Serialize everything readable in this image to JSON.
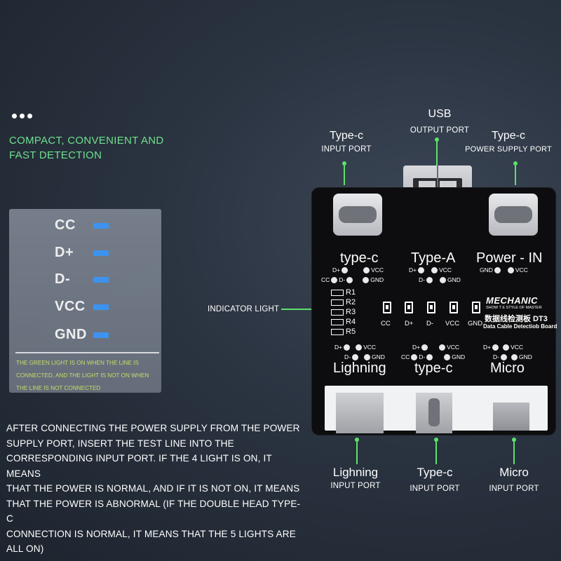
{
  "intro": {
    "headline_line1": "COMPACT, CONVENIENT AND",
    "headline_line2": "FAST DETECTION"
  },
  "legend": {
    "items": [
      "CC",
      "D+",
      "D-",
      "VCC",
      "GND"
    ],
    "indicator_color": "#3e9cff",
    "note_line1": "THE GREEN LIGHT IS ON WHEN THE LINE IS",
    "note_line2": "CONNECTED, AND THE LIGHT IS NOT ON WHEN",
    "note_line3": "THE LINE IS NOT CONNECTED"
  },
  "instructions": {
    "line1": "AFTER CONNECTING THE POWER SUPPLY FROM THE POWER",
    "line2": "SUPPLY PORT, INSERT THE TEST LINE INTO THE",
    "line3": "CORRESPONDING INPUT PORT. IF THE 4 LIGHT IS ON, IT MEANS",
    "line4": "THAT THE POWER IS NORMAL, AND IF IT IS NOT ON, IT MEANS",
    "line5": "THAT THE POWER IS ABNORMAL (IF THE DOUBLE HEAD TYPE-C",
    "line6": "CONNECTION IS NORMAL, IT MEANS THAT THE 5 LIGHTS ARE",
    "line7": "ALL ON)"
  },
  "callouts": {
    "typec_input": {
      "title": "Type-c",
      "sub": "INPUT PORT"
    },
    "usb_output": {
      "title": "USB",
      "sub": "OUTPUT PORT"
    },
    "typec_power": {
      "title": "Type-c",
      "sub": "POWER SUPPLY PORT"
    },
    "indicator": {
      "label": "INDICATOR LIGHT"
    },
    "lightning_input": {
      "title": "Lighning",
      "sub": "INPUT PORT"
    },
    "typec_input_bottom": {
      "title": "Type-c",
      "sub": "INPUT PORT"
    },
    "micro_input": {
      "title": "Micro",
      "sub": "INPUT PORT"
    },
    "accent_color": "#5ee06a"
  },
  "board": {
    "top_labels": [
      "type-c",
      "Type-A",
      "Power - IN"
    ],
    "bottom_labels": [
      "Lighning",
      "type-c",
      "Micro"
    ],
    "pins": {
      "dplus": "D+",
      "dminus": "D-",
      "vcc": "VCC",
      "gnd": "GND",
      "cc": "CC"
    },
    "resistors": [
      "R1",
      "R2",
      "R3",
      "R4",
      "R5"
    ],
    "led_labels": [
      "CC",
      "D+",
      "D-",
      "VCC",
      "GND"
    ],
    "brand": "MECHANIC",
    "brand_tagline": "SHOW T  E STYLE OF MASTER",
    "model_cn": "数据线检测板 DT3",
    "model_en": "Data Cable Detectiob Board"
  }
}
